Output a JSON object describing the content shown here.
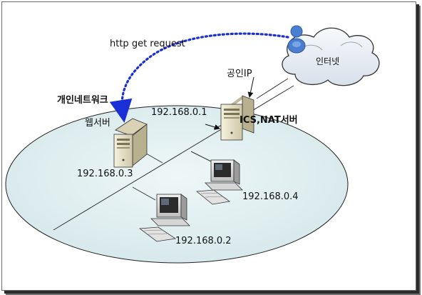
{
  "labels": {
    "http_request": "http get request",
    "internet": "인터넷",
    "public_ip": "공인IP",
    "private_network": "개인네트워크",
    "web_server": "웹서버",
    "ics_nat_server": "ICS,NAT서버",
    "ip_server": "192.168.0.1",
    "ip_web": "192.168.0.3",
    "ip_pc4": "192.168.0.4",
    "ip_pc2": "192.168.0.2"
  },
  "colors": {
    "network_fill": "#dcecee",
    "network_stroke": "#222222",
    "request_arrow": "#1a2fd6",
    "cloud_fill": "#e8eef4",
    "user_icon": "#4a7fd0"
  },
  "icons": [
    "cloud-icon",
    "user-icon",
    "server-icon",
    "desktop-pc-icon"
  ]
}
